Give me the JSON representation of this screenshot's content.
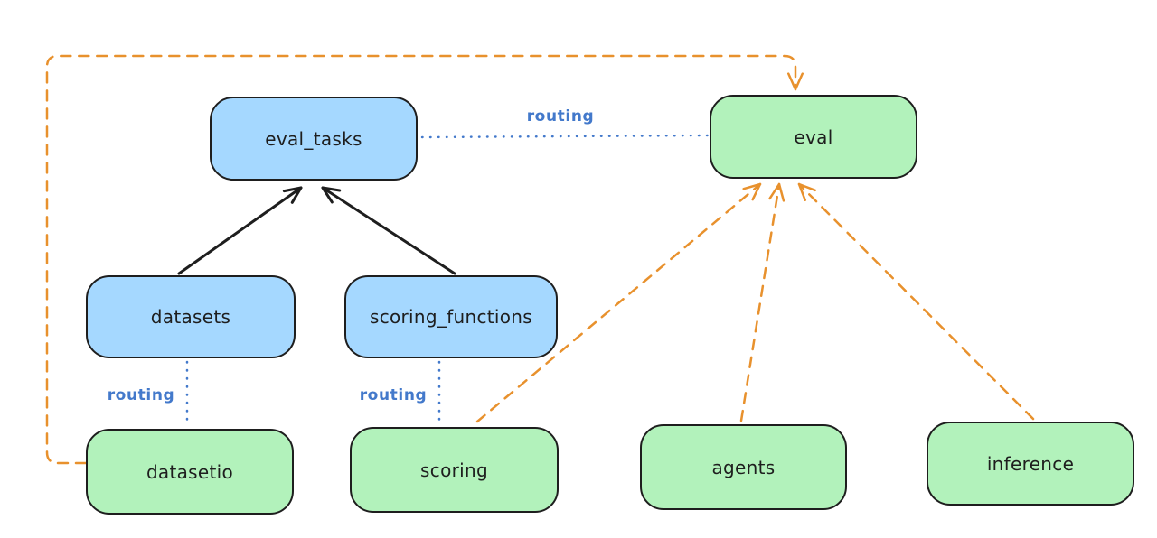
{
  "diagram": {
    "nodes": [
      {
        "id": "eval_tasks",
        "label": "eval_tasks",
        "kind": "resource"
      },
      {
        "id": "eval",
        "label": "eval",
        "kind": "api"
      },
      {
        "id": "datasets",
        "label": "datasets",
        "kind": "resource"
      },
      {
        "id": "scoring_functions",
        "label": "scoring_functions",
        "kind": "resource"
      },
      {
        "id": "datasetio",
        "label": "datasetio",
        "kind": "api"
      },
      {
        "id": "scoring",
        "label": "scoring",
        "kind": "api"
      },
      {
        "id": "agents",
        "label": "agents",
        "kind": "api"
      },
      {
        "id": "inference",
        "label": "inference",
        "kind": "api"
      }
    ],
    "edge_labels": [
      {
        "id": "routing-eval_tasks-eval",
        "text": "routing"
      },
      {
        "id": "routing-datasets-datasetio",
        "text": "routing"
      },
      {
        "id": "routing-scoring_functions-scoring",
        "text": "routing"
      }
    ],
    "colors": {
      "background": "#ffffff",
      "resource_fill": "#a5d8ff",
      "api_fill": "#b2f2bb",
      "stroke": "#1e1e1e",
      "routing_blue": "#4379cb",
      "orange": "#e8912d"
    }
  }
}
